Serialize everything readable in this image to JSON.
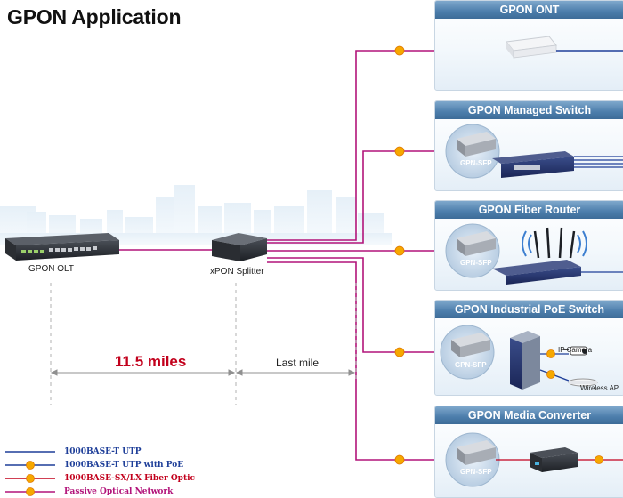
{
  "title": "GPON Application",
  "devices": {
    "olt": "GPON OLT",
    "splitter": "xPON Splitter"
  },
  "distance": {
    "miles": "11.5 miles",
    "last_mile": "Last mile"
  },
  "panels": [
    {
      "title": "GPON ONT"
    },
    {
      "title": "GPON Managed Switch",
      "sfp": "GPN-SFP"
    },
    {
      "title": "GPON Fiber Router",
      "sfp": "GPN-SFP"
    },
    {
      "title": "GPON Industrial PoE Switch",
      "sfp": "GPN-SFP",
      "ip_camera": "IP Camera",
      "wireless_ap": "Wireless AP"
    },
    {
      "title": "GPON Media Converter",
      "sfp": "GPN-SFP"
    }
  ],
  "legend": [
    {
      "label": "1000BASE-T UTP",
      "color": "#1f3f99"
    },
    {
      "label": "1000BASE-T UTP with PoE",
      "color": "#1f3f99"
    },
    {
      "label": "1000BASE-SX/LX Fiber Optic",
      "color": "#c2001c"
    },
    {
      "label": "Passive Optical Network",
      "color": "#b2147a"
    }
  ],
  "colors": {
    "pon_line": "#b2147a",
    "fiber_line": "#c2001c",
    "utp_line": "#1f3f99",
    "panel_header": "#4c7dab",
    "badge": "#f6a800"
  }
}
